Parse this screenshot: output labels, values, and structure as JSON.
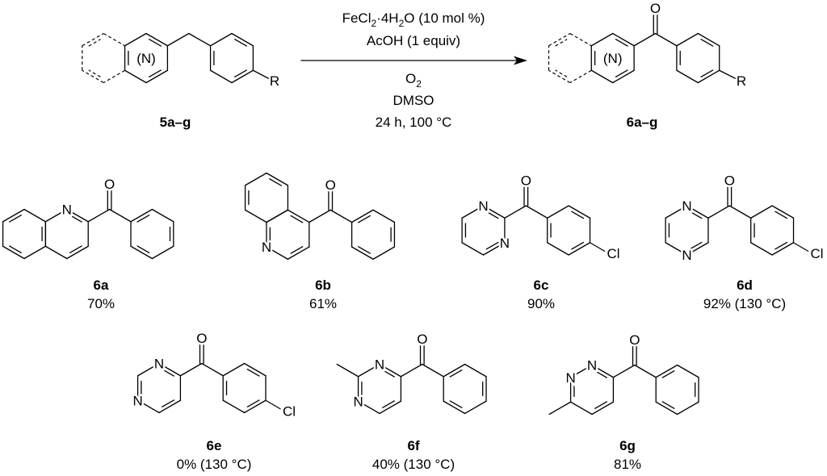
{
  "conditions": {
    "catalyst": [
      "FeCl",
      "2",
      "·4H",
      "2",
      "O (10 mol %)"
    ],
    "additive": "AcOH (1 equiv)",
    "oxidant": [
      "O",
      "2"
    ],
    "solvent": "DMSO",
    "time_temp": "24 h, 100 °C"
  },
  "scheme": {
    "reactant_label": "5a–g",
    "product_label": "6a–g"
  },
  "atoms": {
    "N": "N",
    "O": "O",
    "Cl": "Cl",
    "R": "R",
    "N_variable": "(N)"
  },
  "compounds": [
    {
      "id": "6a",
      "yield": "70%"
    },
    {
      "id": "6b",
      "yield": "61%"
    },
    {
      "id": "6c",
      "yield": "90%"
    },
    {
      "id": "6d",
      "yield": "92% (130 °C)"
    },
    {
      "id": "6e",
      "yield": "0% (130 °C)"
    },
    {
      "id": "6f",
      "yield": "40% (130 °C)"
    },
    {
      "id": "6g",
      "yield": "81%"
    }
  ]
}
